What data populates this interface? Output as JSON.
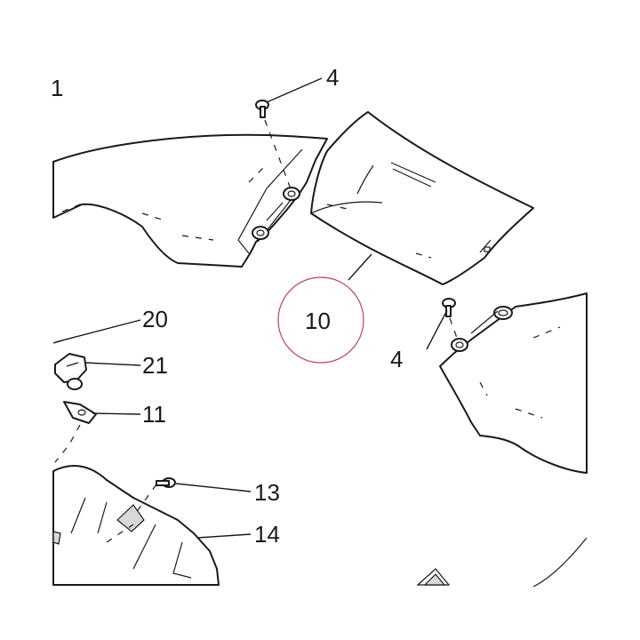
{
  "diagram": {
    "callouts": [
      {
        "id": "1",
        "label": "1"
      },
      {
        "id": "4a",
        "label": "4"
      },
      {
        "id": "4b",
        "label": "4"
      },
      {
        "id": "10",
        "label": "10"
      },
      {
        "id": "20",
        "label": "20"
      },
      {
        "id": "21",
        "label": "21"
      },
      {
        "id": "11",
        "label": "11"
      },
      {
        "id": "13",
        "label": "13"
      },
      {
        "id": "14",
        "label": "14"
      }
    ],
    "highlight_color": "#c0405a",
    "line_color": "#1a1a1a"
  }
}
